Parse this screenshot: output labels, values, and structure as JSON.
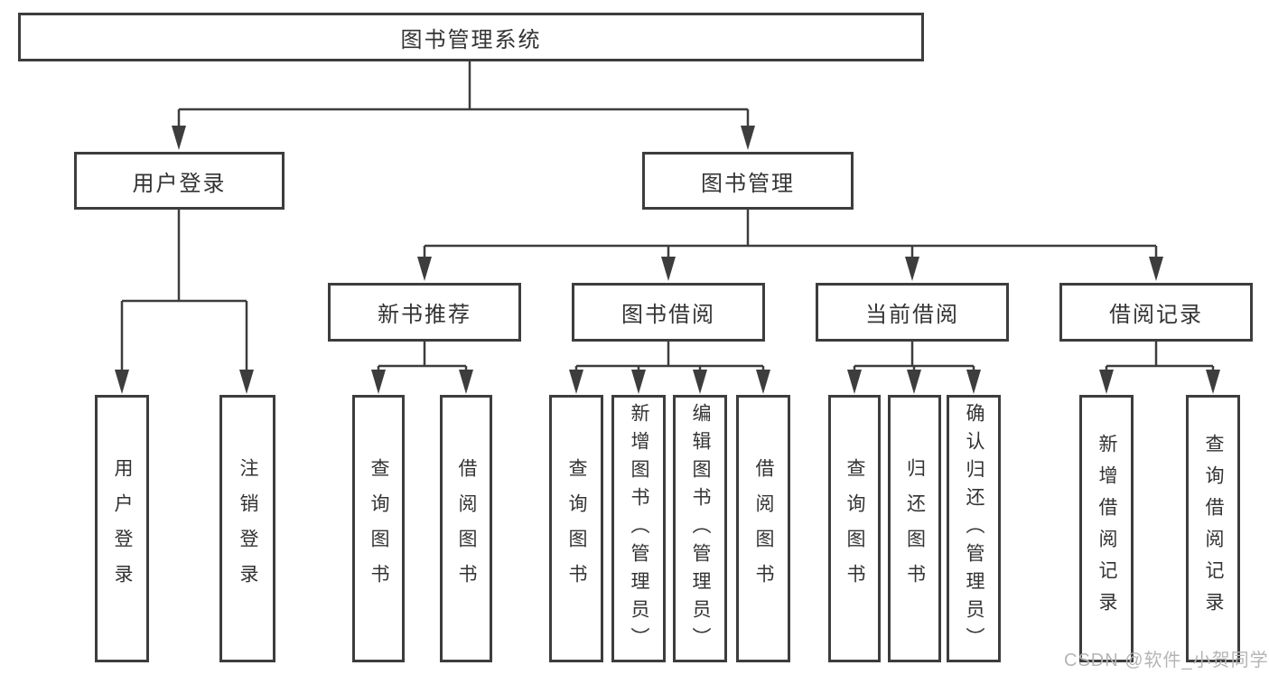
{
  "diagram": {
    "title": "图书管理系统",
    "level2": {
      "user_login": "用户登录",
      "book_mgmt": "图书管理"
    },
    "level3": {
      "new_book_rec": "新书推荐",
      "book_borrow": "图书借阅",
      "current_borrow": "当前借阅",
      "borrow_records": "借阅记录"
    },
    "leaves": {
      "user_login": "用户登录",
      "logout": "注销登录",
      "rec_query_books": "查询图书",
      "rec_borrow_books": "借阅图书",
      "bb_query_books": "查询图书",
      "bb_add_books": "新增图书（管理员）",
      "bb_edit_books": "编辑图书（管理员）",
      "bb_borrow_books": "借阅图书",
      "cb_query_books": "查询图书",
      "cb_return_books": "归还图书",
      "cb_confirm_return": "确认归还（管理员）",
      "br_add_record": "新增借阅记录",
      "br_query_record": "查询借阅记录"
    }
  },
  "watermark": "CSDN @软件_小贺同学",
  "colors": {
    "line": "#3d3d3d",
    "border": "#3d3d3d",
    "text": "#333333",
    "watermark": "#b5b5b5",
    "background": "#ffffff"
  }
}
